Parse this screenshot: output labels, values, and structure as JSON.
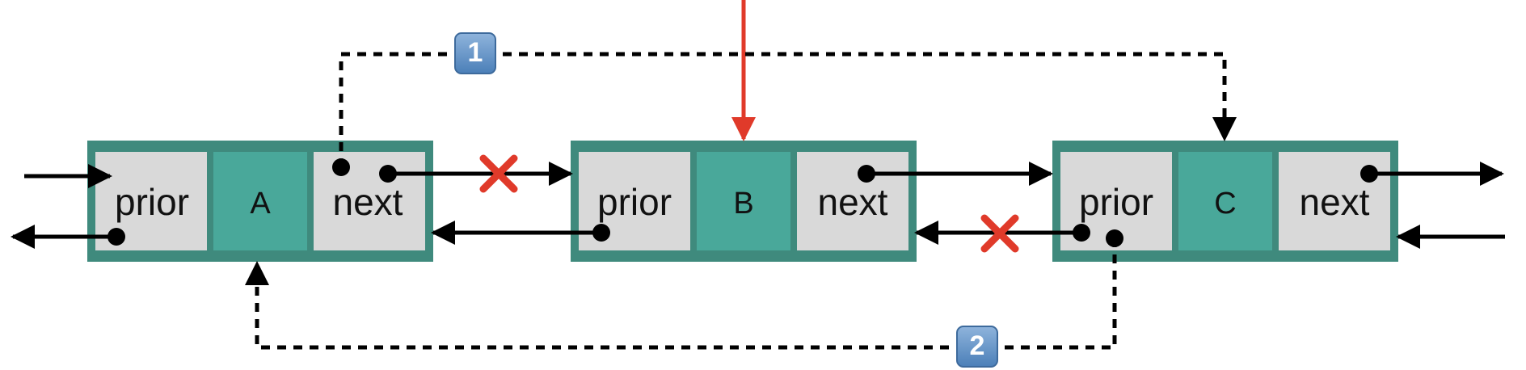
{
  "nodes": [
    {
      "id": "A",
      "prior_label": "prior",
      "data_label": "A",
      "next_label": "next"
    },
    {
      "id": "B",
      "prior_label": "prior",
      "data_label": "B",
      "next_label": "next"
    },
    {
      "id": "C",
      "prior_label": "prior",
      "data_label": "C",
      "next_label": "next"
    }
  ],
  "steps": [
    {
      "label": "1"
    },
    {
      "label": "2"
    }
  ],
  "colors": {
    "cell_gray": "#d9d9d9",
    "cell_teal": "#49a89a",
    "frame": "#3f8a7d",
    "cross": "#e03a2a",
    "pointer": "#e03a2a",
    "badge": "#5b8fc7"
  }
}
